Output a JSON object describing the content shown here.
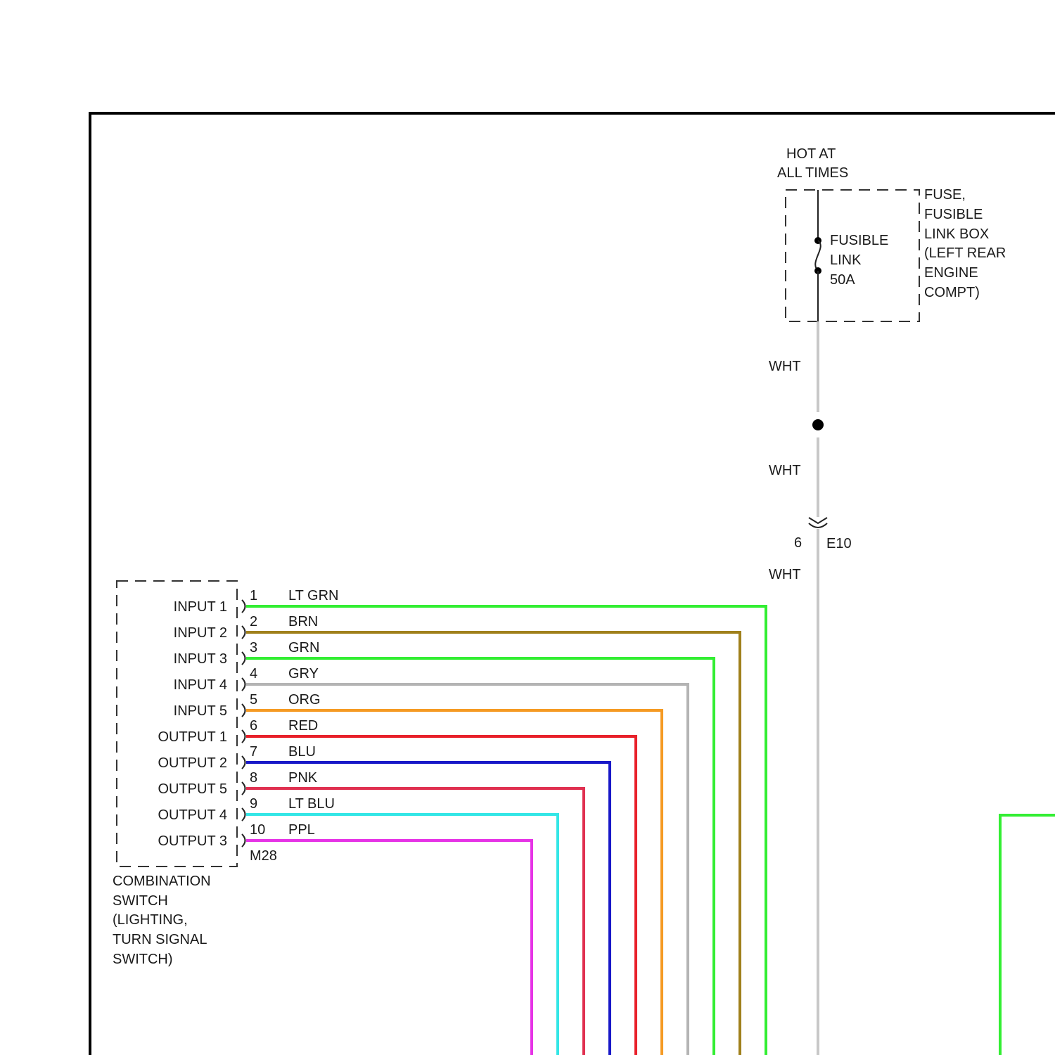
{
  "fuse_box": {
    "hot_label": [
      "HOT AT",
      "ALL TIMES"
    ],
    "fusible_link": [
      "FUSIBLE",
      "LINK",
      "50A"
    ],
    "box_label": [
      "FUSE,",
      "FUSIBLE",
      "LINK BOX",
      "(LEFT REAR",
      "ENGINE",
      "COMPT)"
    ]
  },
  "feed_wire": {
    "color_hex": "#c8c8c8",
    "upper_label": "WHT",
    "middle_label": "WHT",
    "lower_label": "WHT",
    "connector_pin": "6",
    "connector_name": "E10"
  },
  "switch": {
    "name_lines": [
      "COMBINATION",
      "SWITCH",
      "(LIGHTING,",
      "TURN SIGNAL",
      "SWITCH)"
    ],
    "connector": "M28",
    "pins": [
      {
        "function": "INPUT 1",
        "pin": "1",
        "color_label": "LT GRN",
        "hex": "#33ee33"
      },
      {
        "function": "INPUT 2",
        "pin": "2",
        "color_label": "BRN",
        "hex": "#a0801c"
      },
      {
        "function": "INPUT 3",
        "pin": "3",
        "color_label": "GRN",
        "hex": "#33ee33"
      },
      {
        "function": "INPUT 4",
        "pin": "4",
        "color_label": "GRY",
        "hex": "#b4b4b4"
      },
      {
        "function": "INPUT 5",
        "pin": "5",
        "color_label": "ORG",
        "hex": "#f59a23"
      },
      {
        "function": "OUTPUT 1",
        "pin": "6",
        "color_label": "RED",
        "hex": "#e8202a"
      },
      {
        "function": "OUTPUT 2",
        "pin": "7",
        "color_label": "BLU",
        "hex": "#1818c8"
      },
      {
        "function": "OUTPUT 5",
        "pin": "8",
        "color_label": "PNK",
        "hex": "#e03050"
      },
      {
        "function": "OUTPUT 4",
        "pin": "9",
        "color_label": "LT BLU",
        "hex": "#33e6e6"
      },
      {
        "function": "OUTPUT 3",
        "pin": "10",
        "color_label": "PPL",
        "hex": "#e633e6"
      }
    ]
  },
  "edge_wire_hex": "#33ee33"
}
